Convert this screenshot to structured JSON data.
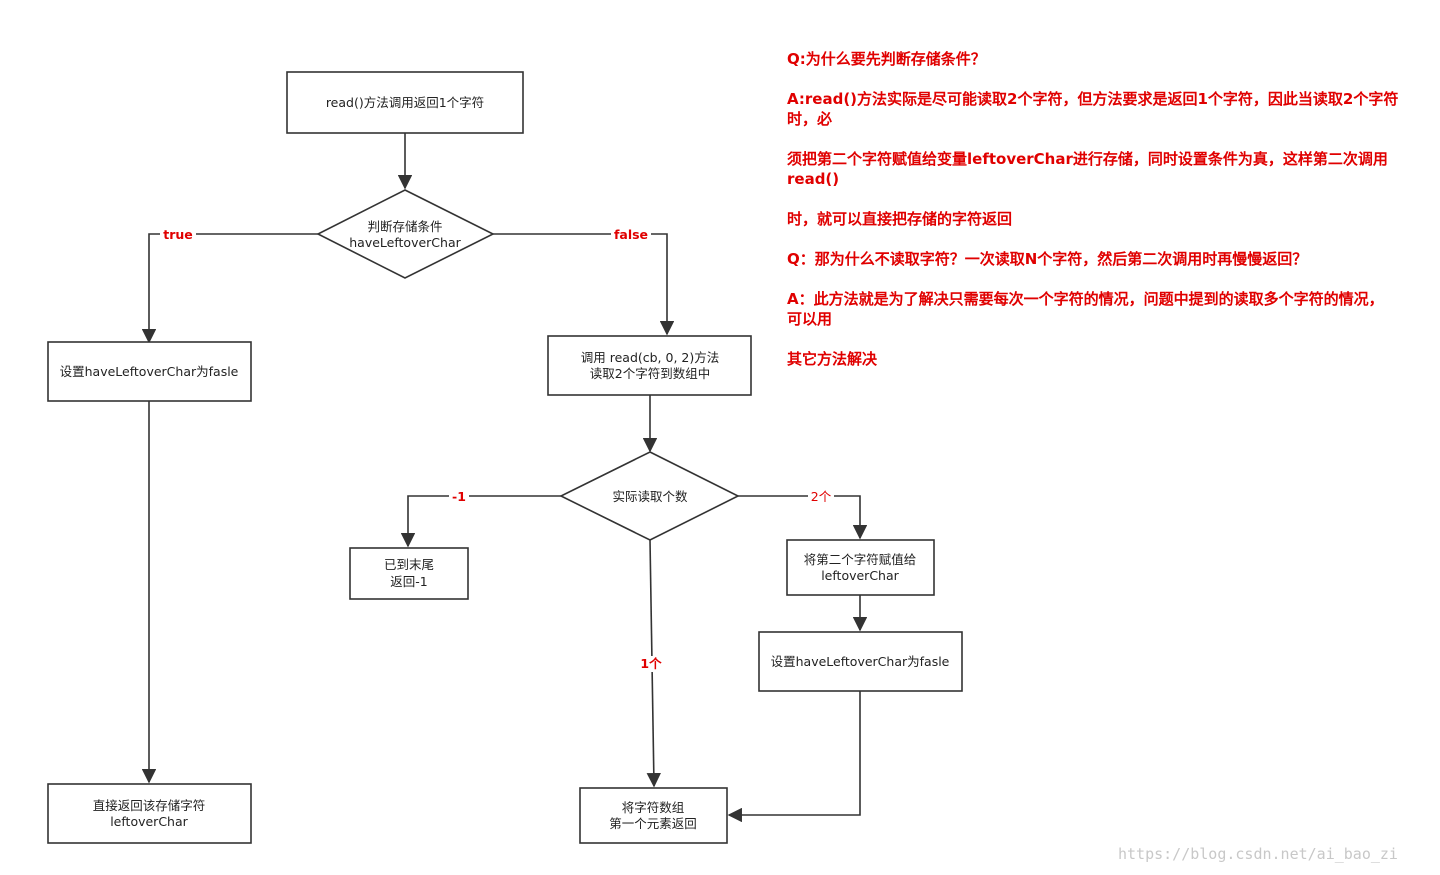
{
  "nodes": {
    "start": "read()方法调用返回1个字符",
    "decision_store_1": "判断存储条件",
    "decision_store_2": "haveLeftoverChar",
    "set_false_left": "设置haveLeftoverChar为fasle",
    "return_stored_1": "直接返回该存储字符",
    "return_stored_2": "leftoverChar",
    "call_read_1": "调用 read(cb, 0, 2)方法",
    "call_read_2": "读取2个字符到数组中",
    "decision_count": "实际读取个数",
    "eof_1": "已到末尾",
    "eof_2": "返回-1",
    "assign_1": "将第二个字符赋值给",
    "assign_2": "leftoverChar",
    "set_false_right": "设置haveLeftoverChar为fasle",
    "return_first_1": "将字符数组",
    "return_first_2": "第一个元素返回"
  },
  "edges": {
    "true": "true",
    "false": "false",
    "minus_one": "-1",
    "two": "2个",
    "one": "1个"
  },
  "qa": [
    "Q:为什么要先判断存储条件？",
    "A:read()方法实际是尽可能读取2个字符，但方法要求是返回1个字符，因此当读取2个字符时，必",
    "须把第二个字符赋值给变量leftoverChar进行存储，同时设置条件为真，这样第二次调用read()",
    "时，就可以直接把存储的字符返回",
    "Q：那为什么不读取字符？一次读取N个字符，然后第二次调用时再慢慢返回？",
    "A：此方法就是为了解决只需要每次一个字符的情况，问题中提到的读取多个字符的情况，可以用",
    "其它方法解决"
  ],
  "watermark": "https://blog.csdn.net/ai_bao_zi",
  "colors": {
    "line": "#333333",
    "label": "#e00000",
    "watermark": "#c8c8c8"
  }
}
